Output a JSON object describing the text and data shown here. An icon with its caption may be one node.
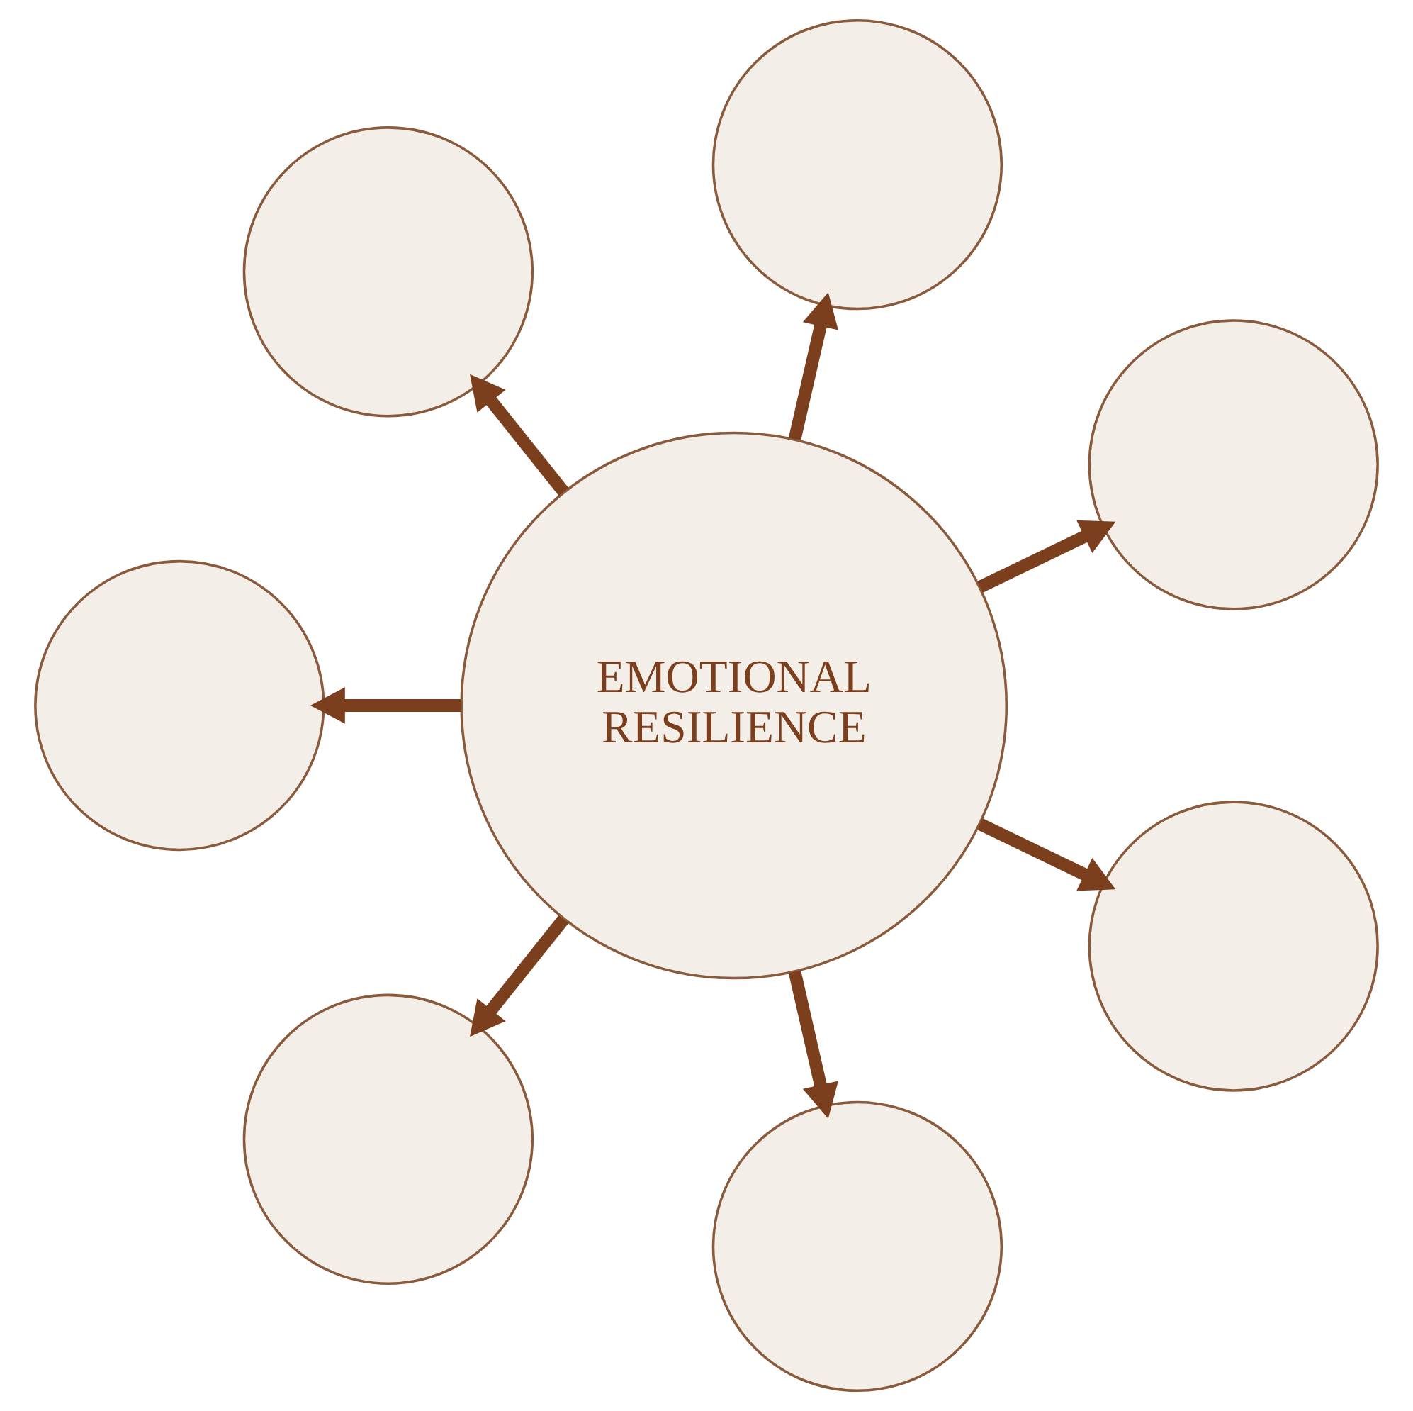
{
  "diagram": {
    "nodes": [
      {
        "text": [
          "EMOTIONAL RESILIENCE"
        ]
      },
      {
        "text": [],
        "shape": "circle"
      },
      {
        "text": [],
        "shape": "circle"
      },
      {
        "text": [],
        "shape": "circle"
      },
      {
        "text": [],
        "shape": "circle"
      },
      {
        "text": [],
        "shape": "circle"
      },
      {
        "text": [],
        "shape": "circle"
      },
      {
        "text": [],
        "shape": "circle"
      }
    ],
    "edges": [
      {
        "from": 0,
        "to": 1,
        "arrow": "to"
      },
      {
        "from": 0,
        "to": 2,
        "arrow": "to"
      },
      {
        "from": 0,
        "to": 3,
        "arrow": "to"
      },
      {
        "from": 0,
        "to": 4,
        "arrow": "to"
      },
      {
        "from": 0,
        "to": 5,
        "arrow": "to"
      },
      {
        "from": 0,
        "to": 6,
        "arrow": "to"
      },
      {
        "from": 0,
        "to": 7,
        "arrow": "to"
      }
    ]
  }
}
